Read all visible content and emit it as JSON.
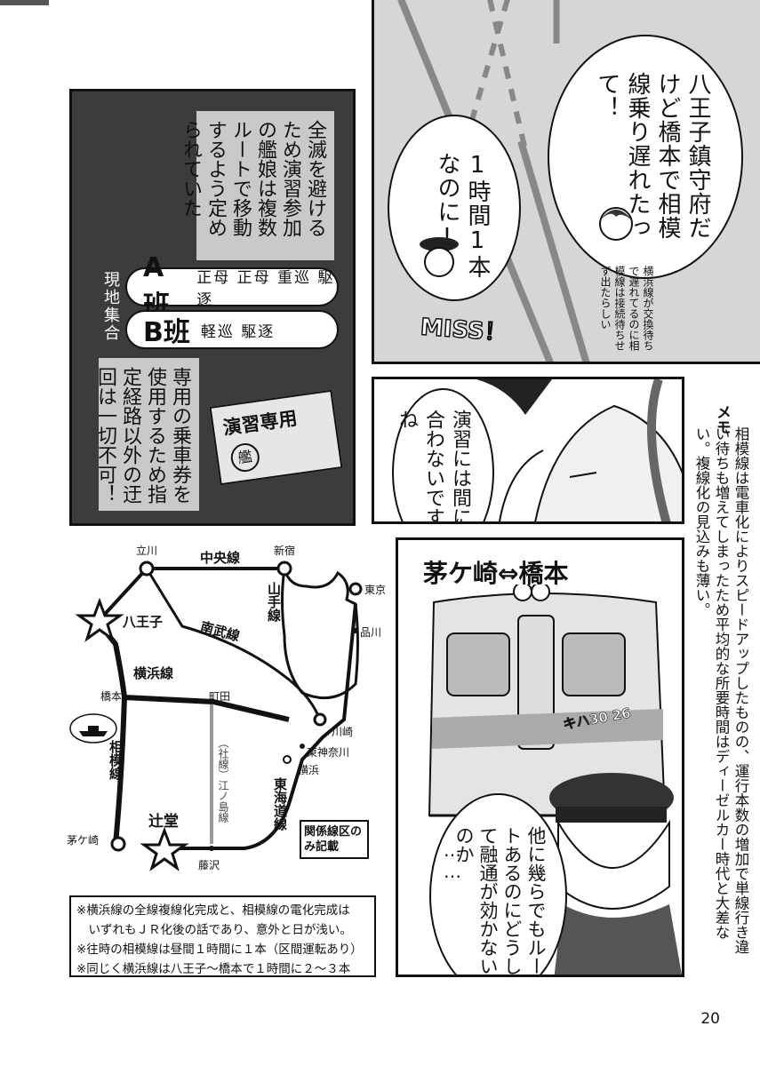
{
  "panel1": {
    "bubble_main": "八王子鎮守府だけど橋本で相模線乗り遅れたって！",
    "bubble_side": "1時間1本なのに!?",
    "small_note": "横浜線が交換待ちで遅れてるのに相模線は接続待ちせず出たらしい",
    "sfx": "MISS！"
  },
  "info_panel": {
    "text_top": "全滅を避けるため演習参加の艦娘は複数ルートで移動するよう定められていた",
    "group_heading": "現地集合",
    "group_a_label": "A班",
    "group_a_units": "正母 正母 重巡 駆逐",
    "group_b_label": "B班",
    "group_b_units": "軽巡 駆逐",
    "ticket_text": "演習専用",
    "ticket_stamp": "艦",
    "text_bottom": "専用の乗車券を使用するため指定経路以外の迂回は一切不可！"
  },
  "panel3": {
    "bubble": "演習には間に合わないですね"
  },
  "memo": {
    "heading": "メモ",
    "text": "相模線は電車化によりスピードアップしたものの、運行本数の増加で単線行き違い待ちも増えてしまったため平均的な所要時間はディーゼルカー時代と大差ない。複線化の見込みも薄い。"
  },
  "map": {
    "lines": {
      "chuo": "中央線",
      "yamanote": "山手線",
      "nambu": "南武線",
      "yokohama": "横浜線",
      "sagami": "相模線",
      "tokaido": "東海道線",
      "enoshima": "（社線）江ノ島線"
    },
    "stations": {
      "tachikawa": "立川",
      "shinjuku": "新宿",
      "tokyo": "東京",
      "shinagawa": "品川",
      "hachioji": "八王子",
      "hashimoto": "橋本",
      "machida": "町田",
      "kawasaki": "川崎",
      "higashikanagawa": "東神奈川",
      "yokohama": "横浜",
      "fujisawa": "藤沢",
      "chigasaki": "茅ケ崎",
      "tsujido": "辻堂"
    },
    "legend": "関係線区のみ記載"
  },
  "panel4": {
    "title": "茅ケ崎⇔橋本",
    "train_number": "キハ30 26",
    "bubble": "他に幾らでもルートあるのにどうして融通が効かないのか",
    "ellipsis": "……"
  },
  "notes": [
    "※横浜線の全線複線化完成と、相模線の電化完成は",
    "　いずれもＪＲ化後の話であり、意外と日が浅い。",
    "※往時の相模線は昼間１時間に１本（区間運転あり）",
    "※同じく横浜線は八王子～橋本で１時間に２～３本"
  ],
  "page_number": "20"
}
